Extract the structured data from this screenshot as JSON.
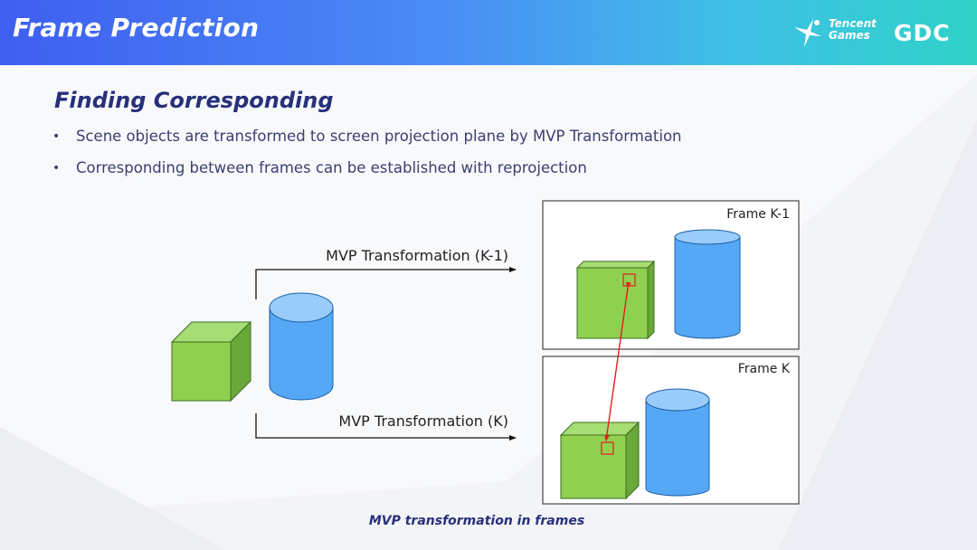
{
  "header": {
    "title": "Frame Prediction",
    "brand_name_line1": "Tencent",
    "brand_name_line2": "Games",
    "conference_logo": "GDC"
  },
  "content": {
    "section_title": "Finding Corresponding",
    "bullets": [
      "Scene objects are transformed to screen projection plane by MVP Transformation",
      "Corresponding between frames can be established with reprojection"
    ]
  },
  "diagram": {
    "arrow_top_label": "MVP Transformation (K-1)",
    "arrow_bottom_label": "MVP Transformation (K)",
    "frame_top_label": "Frame K-1",
    "frame_bottom_label": "Frame K",
    "caption": "MVP transformation in frames"
  },
  "colors": {
    "cube_front": "#8fd14f",
    "cube_top": "#a6dd74",
    "cube_side": "#6aa83a",
    "cylinder_body": "#55a8f5",
    "cylinder_top": "#99ccfa",
    "correspondence": "#e0201e",
    "title_text": "#27307a"
  },
  "icons": {
    "brand_icon": "tencent-games-icon",
    "conference_icon": "gdc-logo"
  }
}
